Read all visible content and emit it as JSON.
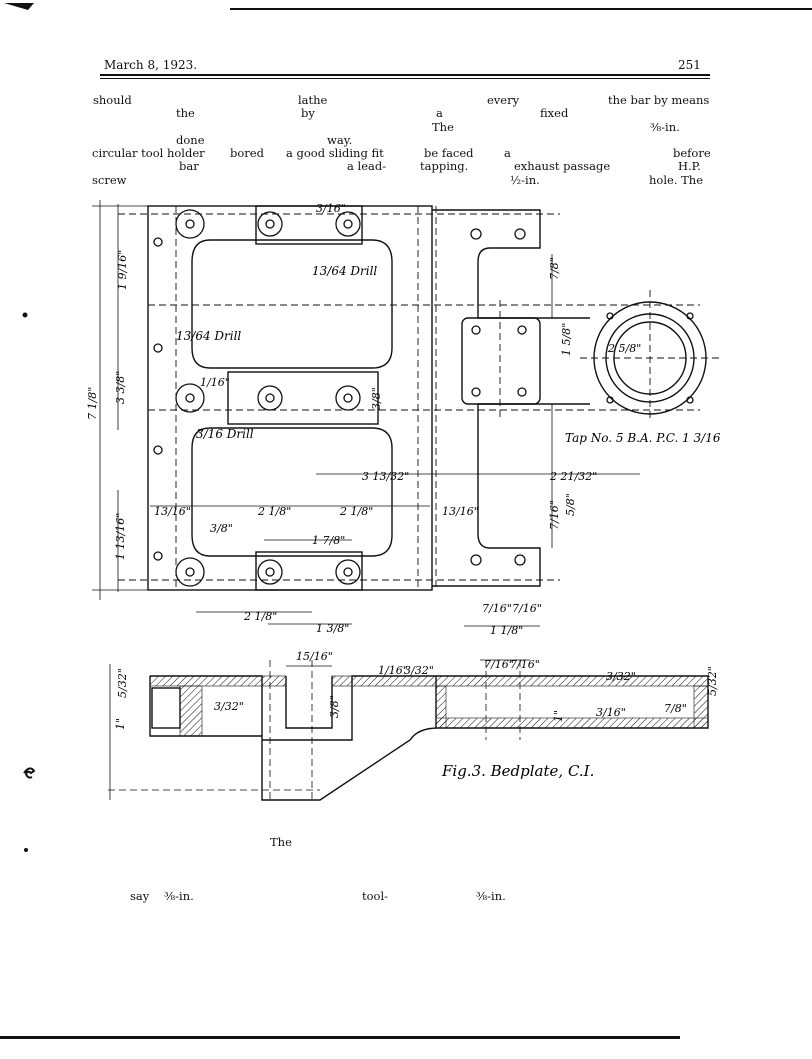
{
  "header": {
    "date": "March 8, 1923.",
    "page": "251"
  },
  "text_fragments": [
    {
      "text": "should"
    },
    {
      "text": "lathe"
    },
    {
      "text": "every"
    },
    {
      "text": "the bar by means"
    },
    {
      "text": "the"
    },
    {
      "text": "by"
    },
    {
      "text": "a"
    },
    {
      "text": "fixed"
    },
    {
      "text": "The"
    },
    {
      "text": "⅜-in."
    },
    {
      "text": "done"
    },
    {
      "text": "way."
    },
    {
      "text": "circular tool holder"
    },
    {
      "text": "bored"
    },
    {
      "text": "a good sliding fit"
    },
    {
      "text": "be faced"
    },
    {
      "text": "a"
    },
    {
      "text": "before"
    },
    {
      "text": "bar"
    },
    {
      "text": "a lead-"
    },
    {
      "text": "tapping."
    },
    {
      "text": "exhaust passage"
    },
    {
      "text": "H.P."
    },
    {
      "text": "screw"
    },
    {
      "text": "½-in."
    },
    {
      "text": "hole. The"
    },
    {
      "text": "The"
    },
    {
      "text": "say"
    },
    {
      "text": "⅜-in."
    },
    {
      "text": "tool-"
    },
    {
      "text": "⅜-in."
    }
  ],
  "drawing": {
    "notes": {
      "drill_top": "13/64 Drill",
      "drill_left": "13/64 Drill",
      "drill_mid": "3/16 Drill",
      "tap": "Tap No. 5 B.A. P.C. 1 3/16"
    },
    "dims": {
      "d_7_1_8": "7 1/8\"",
      "d_3_3_8": "3 3/8\"",
      "d_1_9_16": "1 9/16\"",
      "d_1_13_16": "1 13/16\"",
      "d_13_16a": "13/16\"",
      "d_2_1_8a": "2 1/8\"",
      "d_2_1_8b": "2 1/8\"",
      "d_13_16b": "13/16\"",
      "d_1_7_8a": "1 7/8\"",
      "d_3_13_32": "3 13/32\"",
      "d_2_21_32": "2 21/32\"",
      "d_2_1_8c": "2 1/8\"",
      "d_1_3_8": "1 3/8\"",
      "d_1_1_8": "1 1/8\"",
      "d_7_16a": "7/16\"",
      "d_7_16b": "7/16\"",
      "d_7_8a": "7/8\"",
      "d_7_16c": "7/16\"",
      "d_5_8": "5/8\"",
      "d_3_8a": "3/8\"",
      "d_1_16": "1/16\"",
      "d_3_8b": "3/8\"",
      "d_3_16a": "3/16\"",
      "d_2_5_8": "2 5/8\"",
      "d_1_5_8": "1 5/8\"",
      "d_15_16": "15/16\"",
      "d_1_16b": "1/16\"",
      "d_3_32": "3/32\"",
      "d_3_8c": "3/8\"",
      "d_7_16d": "7/16\"",
      "d_7_16e": "7/16\"",
      "d_5_32a": "5/32\"",
      "d_3_32b": "3/32\"",
      "d_7_8b": "7/8\"",
      "d_3_16b": "3/16\"",
      "d_1a": "1\"",
      "d_1b": "1\"",
      "d_5_32b": "5/32\"",
      "d_3_32c": "3/32\""
    },
    "caption": "Fig.3.  Bedplate, C.I."
  }
}
